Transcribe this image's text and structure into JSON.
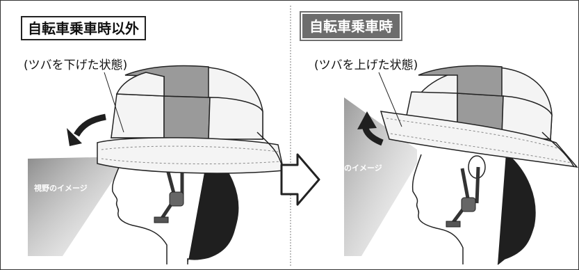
{
  "left_panel": {
    "mode_title": "自転車乗車時以外",
    "state_label": "(ツバを下げた状態)",
    "vision_label": "視野のイメージ"
  },
  "right_panel": {
    "mode_title": "自転車乗車時",
    "state_label": "(ツバを上げた状態)",
    "vision_label": "視野のイメージ"
  },
  "colors": {
    "dark_panel": "#9a9a9a",
    "light_panel": "#f4f4f4",
    "title_fill": "#6d6d6d",
    "vision_gradient_start": "#8c8c8c"
  },
  "icons": [
    "down-arrow-icon",
    "up-arrow-icon",
    "right-arrow-icon"
  ]
}
